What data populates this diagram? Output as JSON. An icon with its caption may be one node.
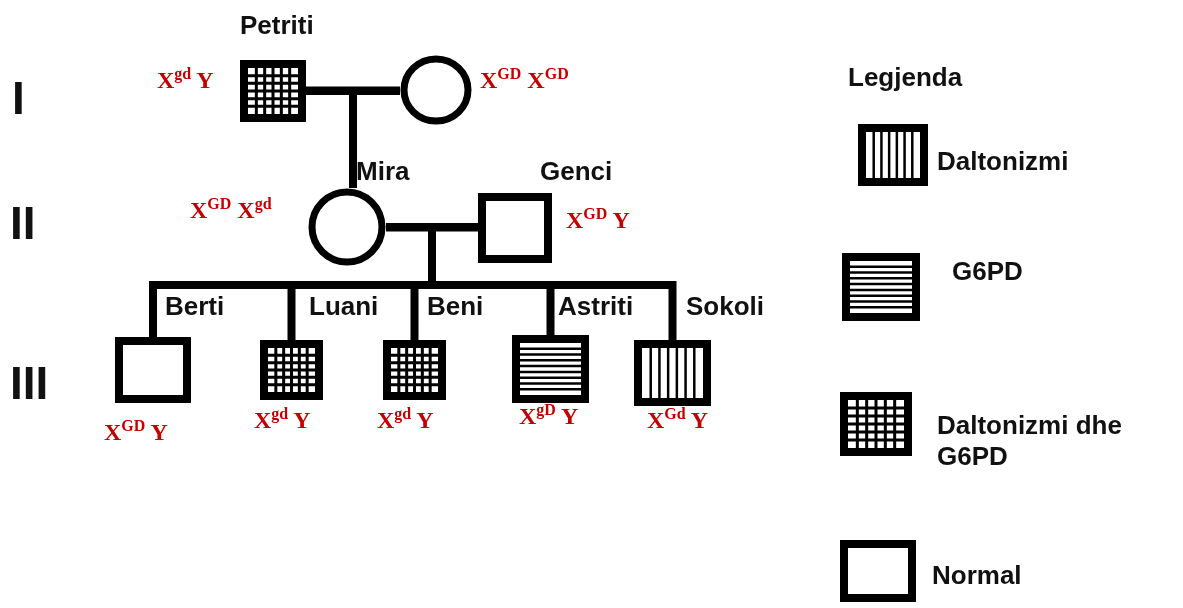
{
  "diagram": {
    "nodes": [
      {
        "text": [
          "Petriti"
        ],
        "beside": [
          "X$^{gd}$ Y"
        ]
      },
      {
        "text": [],
        "shape": "circle",
        "beside": [
          "X$^{GD}$ X$^{GD}$"
        ]
      },
      {
        "text": [
          "Mira"
        ],
        "beside": [
          "X$^{GD}$ X$^{gd}$"
        ]
      },
      {
        "text": [
          "Genci"
        ],
        "beside": [
          "X$^{GD}$ Y"
        ]
      },
      {
        "text": [
          "Berti"
        ],
        "beside": [
          "X$^{GD}$ Y"
        ]
      },
      {
        "text": [
          "Luani"
        ],
        "beside": [
          "X$^{gd}$ Y"
        ]
      },
      {
        "text": [
          "Beni"
        ],
        "beside": [
          "X$^{gd}$ Y"
        ]
      },
      {
        "text": [
          "Astriti"
        ],
        "beside": [
          "X$^{gD}$ Y"
        ]
      },
      {
        "text": [
          "Sokoli"
        ],
        "beside": [
          "X$^{Gd}$ Y"
        ]
      }
    ],
    "edges": [
      {
        "from": 0,
        "to": 1,
        "arrow": "none"
      },
      {
        "from": 0,
        "to": 2,
        "arrow": "none"
      },
      {
        "from": 1,
        "to": 2,
        "arrow": "none"
      },
      {
        "from": 2,
        "to": 3,
        "arrow": "none"
      },
      {
        "from": 2,
        "to": 4,
        "arrow": "none"
      },
      {
        "from": 3,
        "to": 4,
        "arrow": "none"
      },
      {
        "from": 2,
        "to": 5,
        "arrow": "none"
      },
      {
        "from": 3,
        "to": 5,
        "arrow": "none"
      },
      {
        "from": 2,
        "to": 6,
        "arrow": "none"
      },
      {
        "from": 3,
        "to": 6,
        "arrow": "none"
      },
      {
        "from": 2,
        "to": 7,
        "arrow": "none"
      },
      {
        "from": 3,
        "to": 7,
        "arrow": "none"
      },
      {
        "from": 2,
        "to": 8,
        "arrow": "none"
      },
      {
        "from": 3,
        "to": 8,
        "arrow": "none"
      }
    ],
    "labels": [
      "I",
      "II",
      "III",
      "Legjenda"
    ],
    "legend": [
      {
        "text": "Daltonizmi"
      },
      {
        "text": "G6PD"
      },
      {
        "text": "Daltonizmi dhe G6PD"
      },
      {
        "text": "Normal"
      }
    ]
  }
}
